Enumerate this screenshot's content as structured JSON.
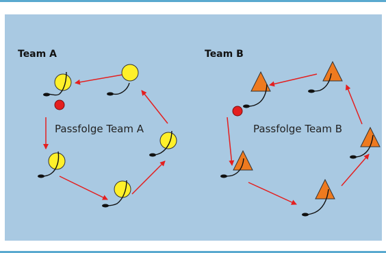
{
  "team_a": {
    "title": "Team A",
    "center_label": "Passfolge Team A",
    "player_color": "#fff02a",
    "ball_color": "#e41f1f"
  },
  "team_b": {
    "title": "Team B",
    "center_label": "Passfolge Team B",
    "player_color": "#ee7a1f",
    "ball_color": "#e41f1f"
  },
  "colors": {
    "panel": "#a9c9e2",
    "arrow": "#e41f1f",
    "border": "#5aa9cf"
  }
}
